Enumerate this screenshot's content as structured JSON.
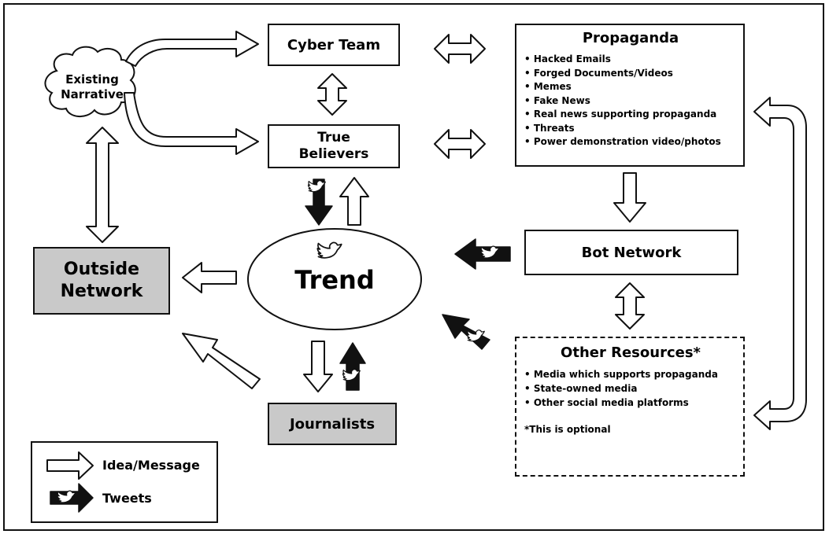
{
  "nodes": {
    "existing_narrative": "Existing Narrative",
    "cyber_team": "Cyber Team",
    "true_believers": "True Believers",
    "propaganda": {
      "title": "Propaganda",
      "items": [
        "Hacked Emails",
        "Forged Documents/Videos",
        "Memes",
        "Fake News",
        "Real news supporting propaganda",
        "Threats",
        "Power demonstration video/photos"
      ]
    },
    "outside_network": "Outside Network",
    "trend": "Trend",
    "bot_network": "Bot Network",
    "journalists": "Journalists",
    "other_resources": {
      "title": "Other Resources*",
      "items": [
        "Media which supports propaganda",
        "State-owned media",
        "Other social media platforms"
      ],
      "note": "*This is optional"
    }
  },
  "legend": {
    "idea_label": "Idea/Message",
    "tweets_label": "Tweets"
  },
  "icons": {
    "idea": "open-arrow-icon",
    "tweet": "black-arrow-with-bird-icon"
  }
}
